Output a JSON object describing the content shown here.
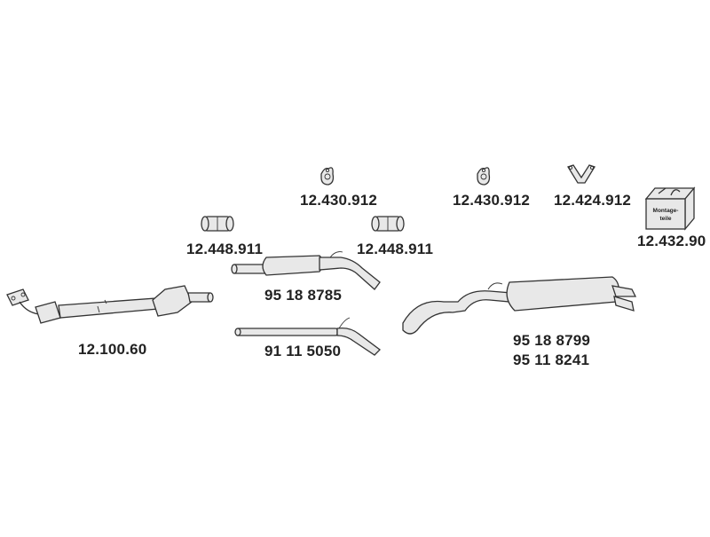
{
  "parts": [
    {
      "name": "hanger-a",
      "number": "12.430.912"
    },
    {
      "name": "hanger-b",
      "number": "12.430.912"
    },
    {
      "name": "v-bracket",
      "number": "12.424.912"
    },
    {
      "name": "mounting-kit",
      "number": "12.432.90",
      "box_text": "Montage-teile",
      "box_line1": "Montage-",
      "box_line2": "teile"
    },
    {
      "name": "clamp-a",
      "number": "12.448.911"
    },
    {
      "name": "clamp-b",
      "number": "12.448.911"
    },
    {
      "name": "front-pipe-catalyst",
      "number": "12.100.60"
    },
    {
      "name": "middle-silencer",
      "number": "95 18 8785"
    },
    {
      "name": "middle-pipe",
      "number": "91 11 5050"
    },
    {
      "name": "rear-silencer",
      "number": "95 18 8799",
      "alt_number": "95 11 8241"
    }
  ],
  "colors": {
    "line": "#333333",
    "fill": "#e8e8e8",
    "text": "#222222"
  }
}
